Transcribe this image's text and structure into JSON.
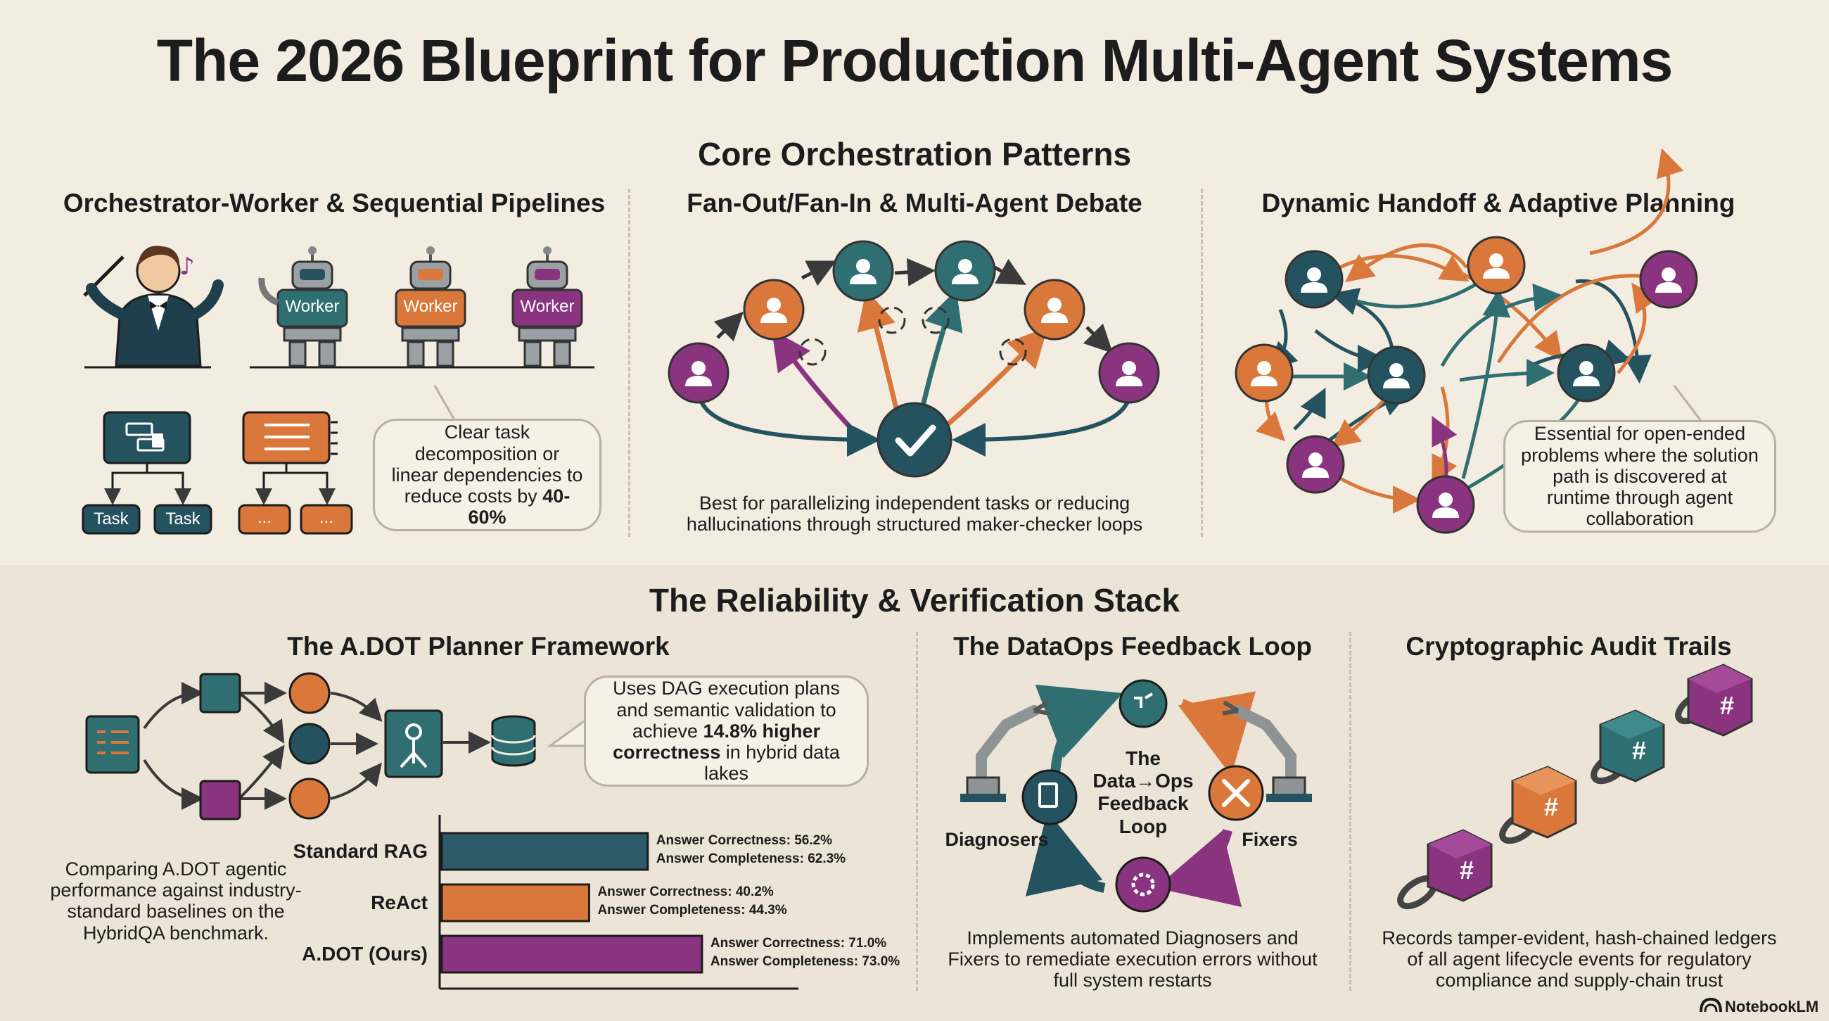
{
  "title": "The 2026 Blueprint for Production Multi-Agent Systems",
  "core": {
    "heading": "Core Orchestration Patterns",
    "col1": {
      "heading": "Orchestrator-Worker & Sequential Pipelines",
      "workers": [
        "Worker",
        "Worker",
        "Worker"
      ],
      "tasks": [
        "Task",
        "Task"
      ],
      "dots": [
        "...",
        "..."
      ],
      "bubble_text": "Clear task decomposition or linear dependencies to reduce costs by ",
      "bubble_bold": "40-60%"
    },
    "col2": {
      "heading": "Fan-Out/Fan-In & Multi-Agent Debate",
      "caption": "Best for parallelizing independent tasks or reducing hallucinations through structured maker-checker loops"
    },
    "col3": {
      "heading": "Dynamic Handoff & Adaptive Planning",
      "bubble_text": "Essential for open-ended problems where the solution path is discovered at runtime through agent collaboration"
    }
  },
  "reliability": {
    "heading": "The Reliability & Verification Stack",
    "adot": {
      "heading": "The A.DOT Planner Framework",
      "bubble_pre": "Uses DAG execution plans and semantic validation to achieve ",
      "bubble_bold": "14.8% higher correctness",
      "bubble_post": " in hybrid data lakes",
      "caption": "Comparing A.DOT agentic performance against industry-standard baselines on the HybridQA benchmark."
    },
    "dataops": {
      "heading": "The DataOps Feedback Loop",
      "center_label": "The Data→Ops Feedback Loop",
      "left_label": "Diagnosers",
      "right_label": "Fixers",
      "caption": "Implements automated Diagnosers and Fixers to remediate execution errors without full system restarts"
    },
    "audit": {
      "heading": "Cryptographic Audit Trails",
      "block_symbol": "#",
      "caption": "Records tamper-evident, hash-chained ledgers of all agent lifecycle events for regulatory compliance and supply-chain trust"
    }
  },
  "chart_data": {
    "type": "bar",
    "orientation": "horizontal",
    "categories": [
      "Standard RAG",
      "ReAct",
      "A.DOT (Ours)"
    ],
    "series": [
      {
        "name": "Answer Correctness",
        "values": [
          56.2,
          40.2,
          71.0
        ]
      },
      {
        "name": "Answer Completeness",
        "values": [
          62.3,
          44.3,
          73.0
        ]
      }
    ],
    "notes": [
      [
        "Answer Correctness: 56.2%",
        "Answer Completeness: 62.3%"
      ],
      [
        "Answer Correctness: 40.2%",
        "Answer Completeness: 44.3%"
      ],
      [
        "Answer Correctness: 71.0%",
        "Answer Completeness: 73.0%"
      ]
    ],
    "bar_colors": [
      "#2c5a68",
      "#d9783a",
      "#8a3480"
    ]
  },
  "colors": {
    "teal": "#2f6f72",
    "orange": "#d9783a",
    "purple": "#8a3480",
    "navy": "#24525f"
  },
  "brand": "NotebookLM"
}
